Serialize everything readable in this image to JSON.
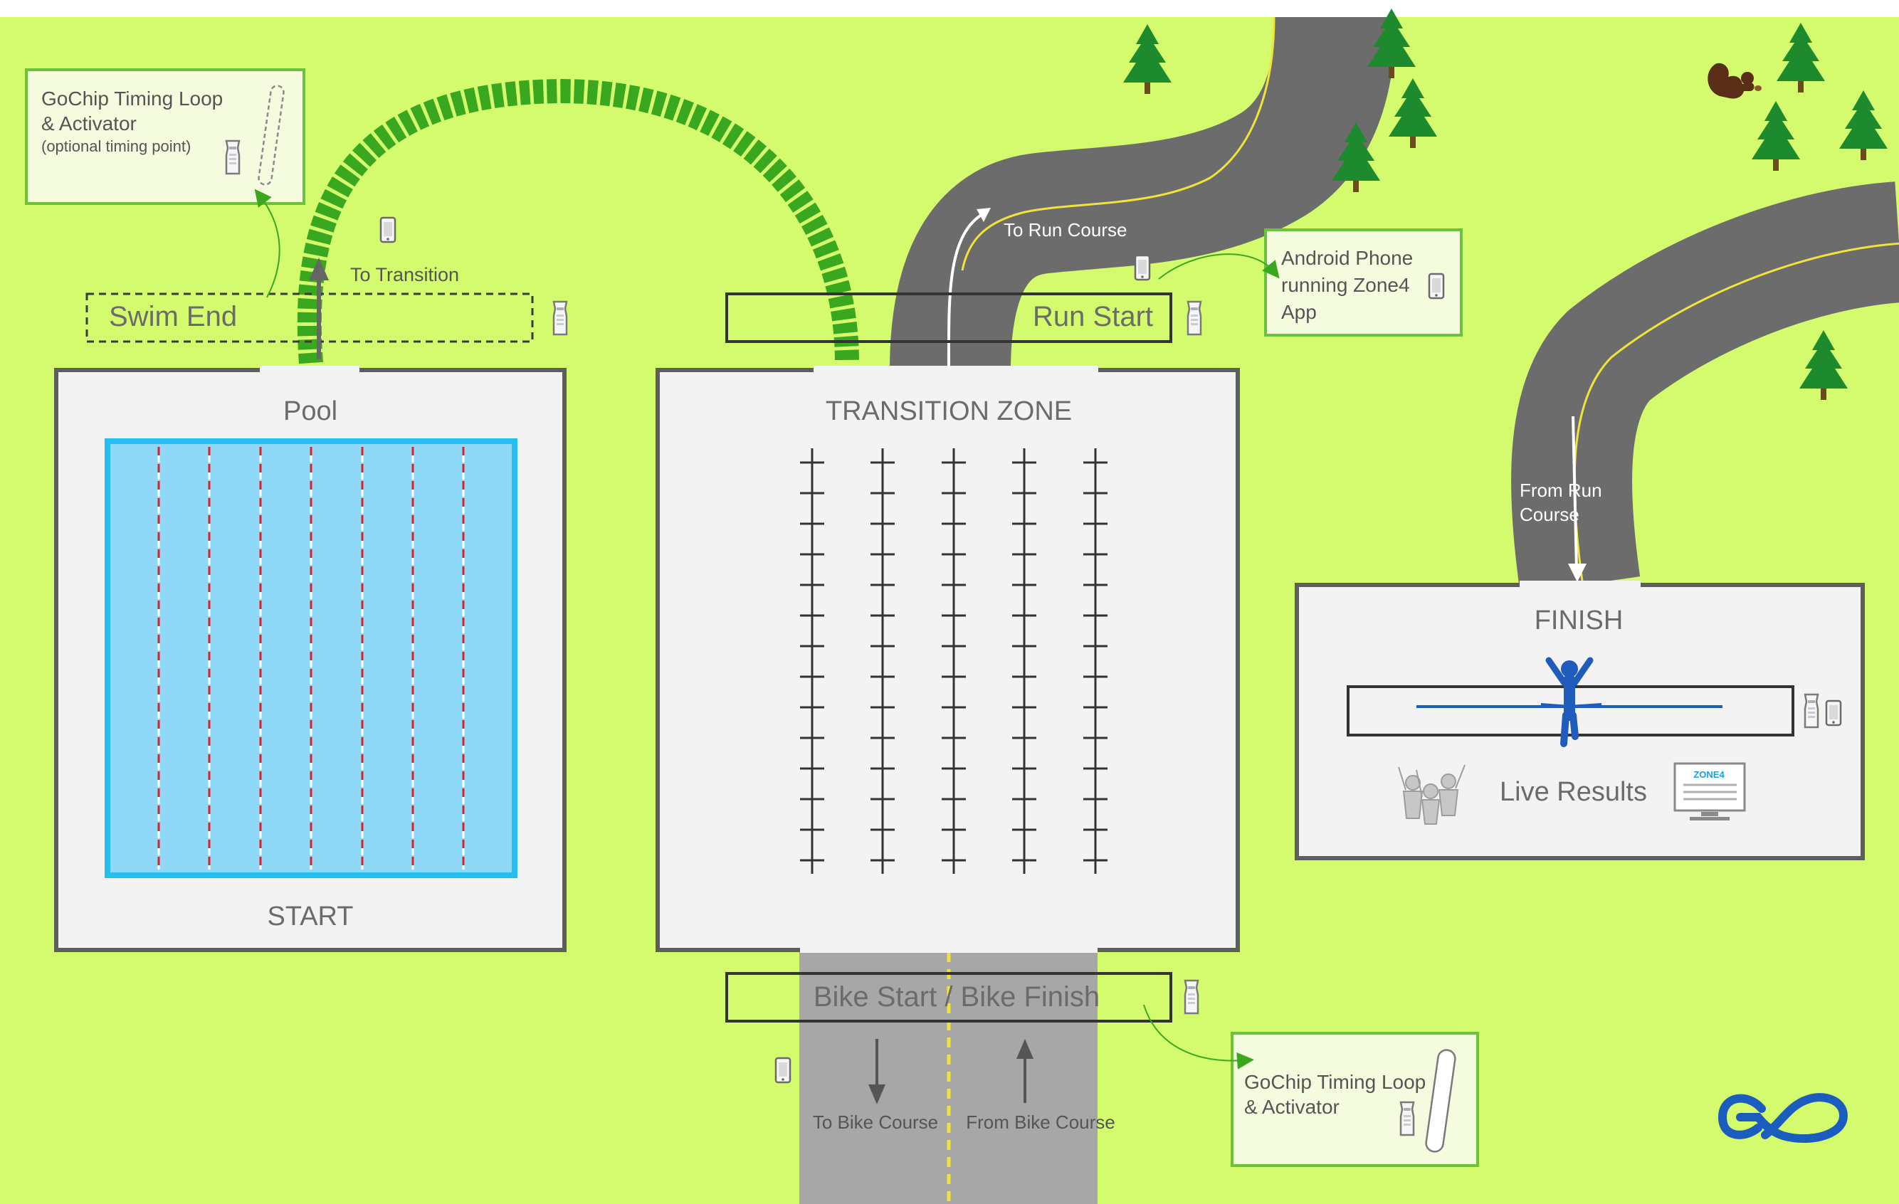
{
  "colors": {
    "grass": "#d4fa6e",
    "box_fill": "#f3f3f3",
    "box_stroke": "#5e5e5e",
    "pool_water": "#8fd8f8",
    "pool_edge": "#26bef0",
    "lane_red": "#d8232a",
    "road": "#6c6c6c",
    "road_line": "#f2e33a",
    "bike_road": "#a7a7a7",
    "green_path": "#3aa81e",
    "tree": "#1e8a2e",
    "callout_fill": "#f4fbdf",
    "callout_stroke": "#6cc33a",
    "finish_blue": "#1f5cbb",
    "logo_blue": "#1a5dbf"
  },
  "labels": {
    "pool": "Pool",
    "start": "START",
    "swim_end": "Swim End",
    "to_transition": "To Transition",
    "transition_zone": "TRANSITION ZONE",
    "run_start": "Run Start",
    "to_run_course": "To Run Course",
    "from_run_course_1": "From Run",
    "from_run_course_2": "Course",
    "finish": "FINISH",
    "live_results": "Live Results",
    "bike_start_finish": "Bike Start / Bike Finish",
    "to_bike_course": "To Bike Course",
    "from_bike_course": "From Bike Course",
    "screen_brand": "ZONE4"
  },
  "callouts": {
    "gochip_top": {
      "line1": "GoChip Timing Loop",
      "line2": "& Activator",
      "line3": "(optional timing point)"
    },
    "android": {
      "line1": "Android Phone",
      "line2": "running Zone4",
      "line3": "App"
    },
    "gochip_bottom": {
      "line1": "GoChip Timing Loop",
      "line2": "& Activator"
    }
  },
  "icons": {
    "activator": "activator-icon",
    "phone": "phone-icon",
    "tree": "tree-icon",
    "squirrel": "squirrel-icon",
    "runner": "runner-icon",
    "spectators": "spectators-icon",
    "monitor": "monitor-icon",
    "logo": "zone4-logo-icon"
  }
}
